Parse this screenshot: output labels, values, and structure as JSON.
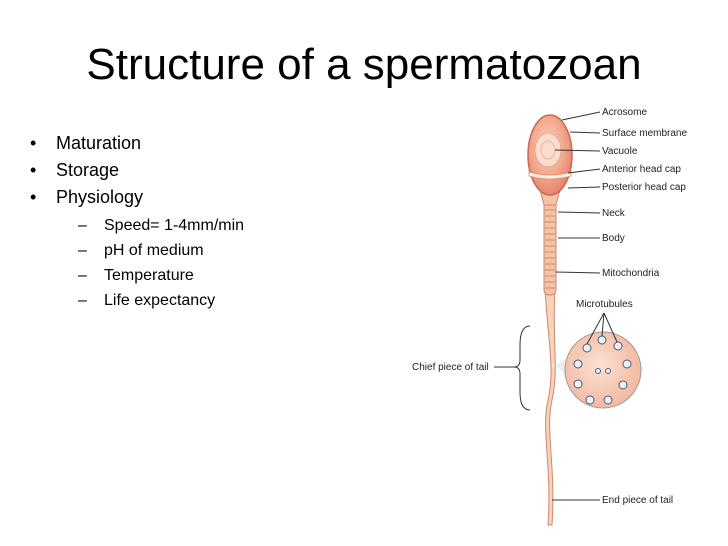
{
  "slide": {
    "title": "Structure of a spermatozoan",
    "bullets": [
      {
        "text": "Maturation"
      },
      {
        "text": "Storage"
      },
      {
        "text": "Physiology",
        "sub": [
          "Speed= 1-4mm/min",
          "pH of medium",
          "Temperature",
          "Life expectancy"
        ]
      }
    ]
  },
  "diagram": {
    "labels": {
      "acrosome": "Acrosome",
      "surface_membrane": "Surface membrane",
      "vacuole": "Vacuole",
      "anterior_head_cap": "Anterior head cap",
      "posterior_head_cap": "Posterior head cap",
      "neck": "Neck",
      "body": "Body",
      "mitochondria": "Mitochondria",
      "microtubules": "Microtubules",
      "chief_piece": "Chief piece of tail",
      "end_piece": "End piece of tail"
    },
    "colors": {
      "head_fill": "#f2a487",
      "tail_fill": "#f8d3bb",
      "cross_section_fill": "#f7c5b0",
      "line": "#333333"
    }
  }
}
